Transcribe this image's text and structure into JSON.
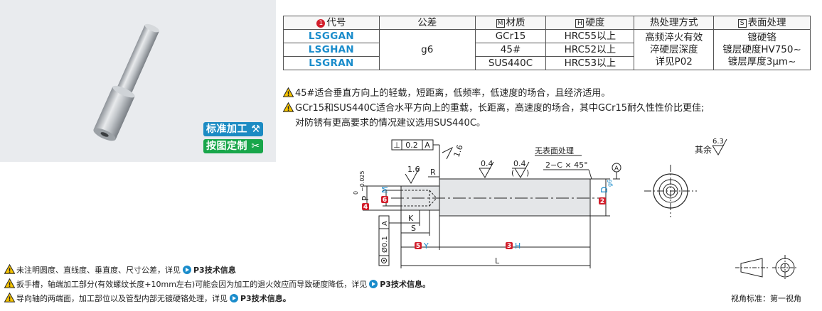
{
  "product": {
    "photo_alt": "cylindrical guide shaft"
  },
  "badges": {
    "standard": "标准加工",
    "custom": "按图定制"
  },
  "table": {
    "headers": {
      "code": "代号",
      "tolerance": "公差",
      "material": "材质",
      "hardness": "硬度",
      "heat_treatment": "热处理方式",
      "surface": "表面处理"
    },
    "marks": {
      "code": "1",
      "material": "M",
      "hardness": "H",
      "surface": "S"
    },
    "rows": [
      {
        "code": "LSGGAN",
        "material": "GCr15",
        "hardness": "HRC55以上"
      },
      {
        "code": "LSGHAN",
        "material": "45#",
        "hardness": "HRC52以上"
      },
      {
        "code": "LSGRAN",
        "material": "SUS440C",
        "hardness": "HRC53以上"
      }
    ],
    "tolerance_value": "g6",
    "heat_treatment_lines": [
      "高频淬火有效",
      "淬硬层深度",
      "详见P02"
    ],
    "surface_lines": [
      "镀硬铬",
      "镀层硬度HV750~",
      "镀层厚度3μm~"
    ]
  },
  "notes": [
    "45#适合垂直方向上的轻载，短距离，低频率，低速度的场合，且经济适用。",
    "GCr15和SUS440C适合水平方向上的重载，长距离，高速度的场合，其中GCr15耐久性性价比更佳;",
    "对防锈有更高要求的情况建议选用SUS440C。"
  ],
  "drawing": {
    "perp_tol": "0.2",
    "perp_datum": "A",
    "perp_symbol": "⊥",
    "chamfer_angle": "1.6",
    "roughness_left": "1.6",
    "radius": "R",
    "roughness_mid1": "0.4",
    "roughness_mid2": "0.4",
    "no_surface": "无表面处理",
    "chamfer": "2−C × 45°",
    "datum_a": "A",
    "p_label": "P",
    "p_tol_upper": "0",
    "p_tol_lower": "−0.025",
    "m_label": "M",
    "d_label": "D",
    "d_sub": "g6",
    "k_label": "K",
    "s_label": "S",
    "y_label": "Y",
    "h_label": "H",
    "l_label": "L",
    "coax_tol": "Ø0.1",
    "coax_datum": "A",
    "num4": "4",
    "num6": "6",
    "num2": "2",
    "num5": "5",
    "num3": "3",
    "rest_label": "其余",
    "rest_value": "6.3"
  },
  "bottom_notes": {
    "note1_text": "未注明圆度、直线度、垂直度、尺寸公差，详见",
    "note1_ref": "P3技术信息",
    "note2_text": "扳手槽，轴端加工部分(有效螺纹长度+10mm左右)可能会因为加工的退火效应而导致硬度降低，详见",
    "note2_ref": "P3技术信息。",
    "note3_text": "导向轴的两端面，加工部位以及管型内部无镀硬铬处理，详见",
    "note3_ref": "P3技术信息。"
  },
  "view_standard": "视角标准：第一视角",
  "colors": {
    "accent_blue": "#1a8ccb",
    "accent_red": "#d21e2b",
    "badge_green": "#18a64a",
    "badge_blue": "#1c8bc3"
  }
}
